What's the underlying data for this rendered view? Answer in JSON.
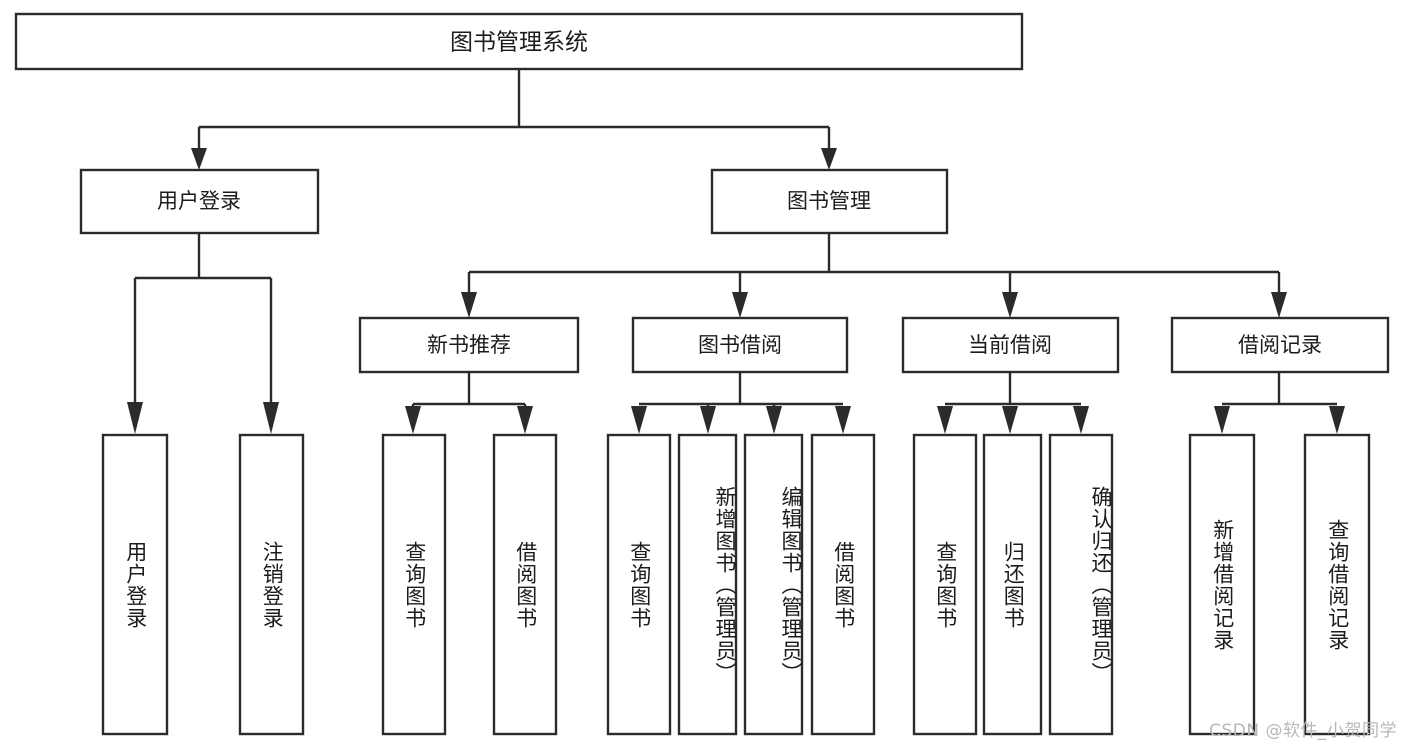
{
  "diagram": {
    "title": "图书管理系统",
    "watermark": "CSDN @软件_小贺同学",
    "root": {
      "label": "图书管理系统"
    },
    "level1": [
      {
        "label": "用户登录"
      },
      {
        "label": "图书管理"
      }
    ],
    "level2": [
      {
        "label": "新书推荐"
      },
      {
        "label": "图书借阅"
      },
      {
        "label": "当前借阅"
      },
      {
        "label": "借阅记录"
      }
    ],
    "leaves": {
      "user_login": [
        {
          "label": "用户登录"
        },
        {
          "label": "注销登录"
        }
      ],
      "new_book_recommend": [
        {
          "label": "查询图书"
        },
        {
          "label": "借阅图书"
        }
      ],
      "book_borrow": [
        {
          "label": "查询图书"
        },
        {
          "label": "新增图书（管理员）"
        },
        {
          "label": "编辑图书（管理员）"
        },
        {
          "label": "借阅图书"
        }
      ],
      "current_borrow": [
        {
          "label": "查询图书"
        },
        {
          "label": "归还图书"
        },
        {
          "label": "确认归还（管理员）"
        }
      ],
      "borrow_record": [
        {
          "label": "新增借阅记录"
        },
        {
          "label": "查询借阅记录"
        }
      ]
    }
  },
  "colors": {
    "line": "#2b2b2b",
    "box_fill": "#ffffff",
    "text": "#1c1c1c",
    "watermark": "#b8b8b8"
  }
}
